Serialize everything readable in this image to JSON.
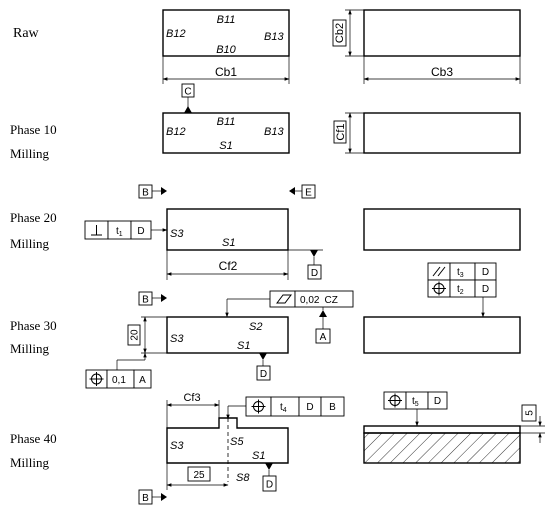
{
  "phases": {
    "raw": {
      "label": "Raw"
    },
    "p10": {
      "name": "Phase 10",
      "op": "Milling"
    },
    "p20": {
      "name": "Phase 20",
      "op": "Milling"
    },
    "p30": {
      "name": "Phase 30",
      "op": "Milling"
    },
    "p40": {
      "name": "Phase 40",
      "op": "Milling"
    }
  },
  "surfaces": {
    "b10": "B10",
    "b11": "B11",
    "b12": "B12",
    "b13": "B13",
    "s1": "S1",
    "s2": "S2",
    "s3": "S3",
    "s5": "S5",
    "s8": "S8"
  },
  "dimensions": {
    "cb1": "Cb1",
    "cb2": "Cb2",
    "cb3": "Cb3",
    "cf1": "Cf1",
    "cf2": "Cf2",
    "cf3": "Cf3",
    "d20": "20",
    "d25": "25",
    "d5": "5"
  },
  "datums": {
    "a": "A",
    "b": "B",
    "c": "C",
    "d": "D",
    "e": "E"
  },
  "tolerances": {
    "perp": {
      "symbol": "perpendicularity-icon",
      "value_main": "t",
      "value_sub": "1",
      "datum": "D"
    },
    "para": {
      "symbol": "parallelism-icon",
      "value_main": "t",
      "value_sub": "3",
      "datum": "D"
    },
    "pos_t2": {
      "symbol": "position-icon",
      "value_main": "t",
      "value_sub": "2",
      "datum": "D"
    },
    "flat": {
      "symbol": "flatness-icon",
      "value": "0,02",
      "modifier": "CZ"
    },
    "pos_01": {
      "symbol": "position-icon",
      "value": "0,1",
      "datum": "A"
    },
    "pos_t4": {
      "symbol": "position-icon",
      "value_main": "t",
      "value_sub": "4",
      "datum1": "D",
      "datum2": "B"
    },
    "pos_t5": {
      "symbol": "position-icon",
      "value_main": "t",
      "value_sub": "5",
      "datum": "D"
    }
  }
}
